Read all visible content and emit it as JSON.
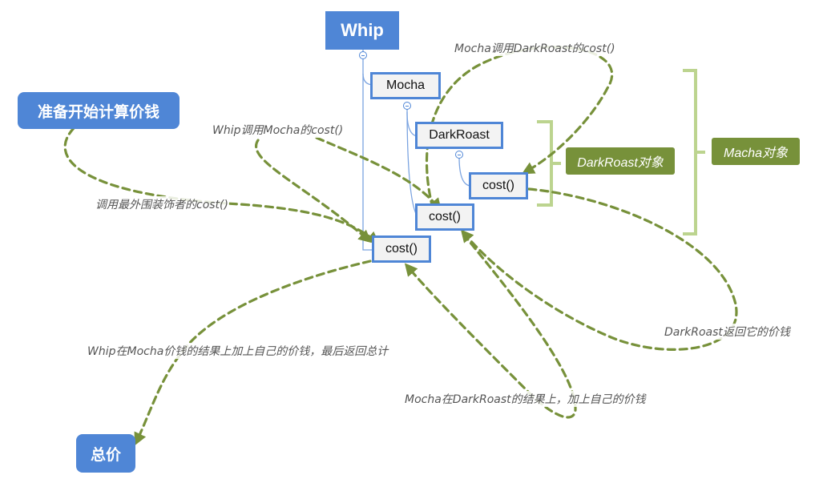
{
  "nodes": {
    "whip": "Whip",
    "mocha": "Mocha",
    "darkroast": "DarkRoast",
    "cost_darkroast": "cost()",
    "cost_mocha": "cost()",
    "cost_whip": "cost()",
    "start": "准备开始计算价钱",
    "total": "总价",
    "darkroast_object": "DarkRoast对象",
    "mocha_object": "Macha对象"
  },
  "labels": {
    "mocha_calls_darkroast": "Mocha调用DarkRoast的cost()",
    "whip_calls_mocha": "Whip调用Mocha的cost()",
    "call_outermost": "调用最外围装饰者的cost()",
    "darkroast_returns": "DarkRoast返回它的价钱",
    "whip_adds": "Whip在Mocha价钱的结果上加上自己的价钱，最后返回总计",
    "mocha_adds": "Mocha在DarkRoast的结果上，加上自己的价钱"
  },
  "colors": {
    "blue": "#4f86d6",
    "green": "#77913a",
    "light_green": "#bcd48f"
  }
}
